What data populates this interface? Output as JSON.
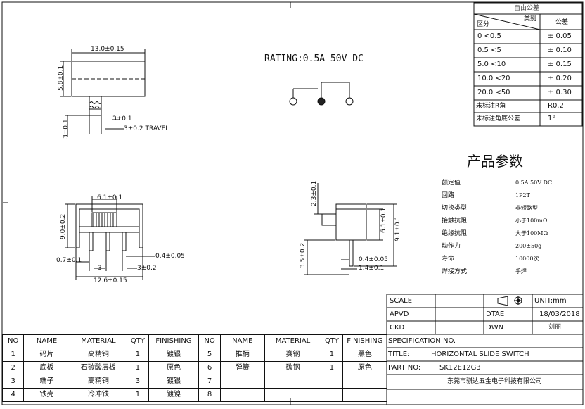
{
  "rating": "RATING:0.5A 50V DC",
  "dims": {
    "width": "13.0±0.15",
    "height": "5.8±0.1",
    "knob_width": "3±0.1",
    "knob_height": "3±0.1",
    "travel": "3±0.2 TRAVEL",
    "pin_span": "6.1±0.1",
    "front_height": "9.0±0.2",
    "pin_thick": "0.7±0.1",
    "pitch": "3",
    "pitch_tol": "3±0.2",
    "pin_width": "0.4±0.05",
    "total_width": "12.6±0.15",
    "side_top": "2.3±0.1",
    "side_height_a": "6.1±0.1",
    "side_height_b": "9.1±0.1",
    "side_pin": "3.5±0.2",
    "side_pin_w": "0.4±0.05",
    "side_offset": "1.4±0.1"
  },
  "tolerance": {
    "title": "自由公差",
    "col_left": "区分",
    "col_cat": "类别",
    "col_tol": "公差",
    "rows": [
      {
        "range": "0    <0.5",
        "tol": "± 0.05"
      },
      {
        "range": "0.5    <5",
        "tol": "± 0.10"
      },
      {
        "range": "5.0    <10",
        "tol": "± 0.15"
      },
      {
        "range": "10.0   <20",
        "tol": "± 0.20"
      },
      {
        "range": "20.0   <50",
        "tol": "± 0.30"
      },
      {
        "range": "未标注R角",
        "tol": "R0.2"
      },
      {
        "range": "未标注角底公差",
        "tol": "1°"
      }
    ]
  },
  "params": {
    "title": "产品参数",
    "rows": [
      {
        "k": "额定值",
        "v": "0.5A 50V DC"
      },
      {
        "k": "回路",
        "v": "1P2T"
      },
      {
        "k": "切换类型",
        "v": "非短路型"
      },
      {
        "k": "接触抗阻",
        "v": "小于100mΩ"
      },
      {
        "k": "绝缘抗阻",
        "v": "大于100MΩ"
      },
      {
        "k": "动作力",
        "v": "200±50g"
      },
      {
        "k": "寿命",
        "v": "10000次"
      },
      {
        "k": "焊接方式",
        "v": "手焊"
      }
    ]
  },
  "title_block": {
    "scale_label": "SCALE",
    "unit": "UNIT:mm",
    "apvd_label": "APVD",
    "date_label": "DTAE",
    "date": "18/03/2018",
    "ckd_label": "CKD",
    "dwn_label": "DWN",
    "dwn": "刘丽",
    "spec": "SPECIFICATION NO.",
    "title_label": "TITLE:",
    "title": "HORIZONTAL SLIDE SWITCH",
    "part_label": "PART NO:",
    "part": "SK12E12G3",
    "company": "东莞市骐达五金电子科技有限公司"
  },
  "bom": {
    "headers": [
      "NO",
      "NAME",
      "MATERIAL",
      "QTY",
      "FINISHING",
      "NO",
      "NAME",
      "MATERIAL",
      "QTY",
      "FINISHING"
    ],
    "rows": [
      [
        "1",
        "码片",
        "高精铜",
        "1",
        "镀银",
        "5",
        "推柄",
        "赛钢",
        "1",
        "黑色"
      ],
      [
        "2",
        "底板",
        "石碳酸层板",
        "1",
        "原色",
        "6",
        "弹簧",
        "碳钢",
        "1",
        "原色"
      ],
      [
        "3",
        "端子",
        "高精铜",
        "3",
        "镀银",
        "7",
        "",
        "",
        "",
        ""
      ],
      [
        "4",
        "铁壳",
        "冷冲铁",
        "1",
        "镀镍",
        "8",
        "",
        "",
        "",
        ""
      ]
    ]
  }
}
